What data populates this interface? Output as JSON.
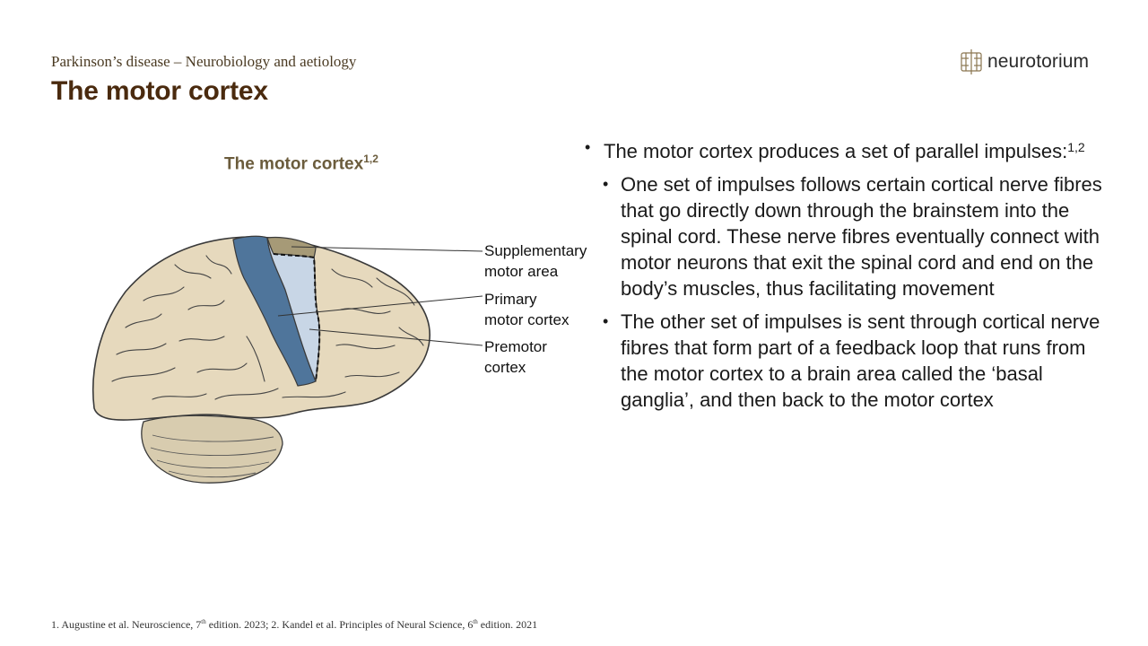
{
  "header": {
    "subtitle": "Parkinson’s disease – Neurobiology and aetiology",
    "title": "The motor cortex"
  },
  "logo": {
    "text": "neurotorium",
    "icon": "neurotorium-logo-icon"
  },
  "figure": {
    "title": "The motor cortex",
    "title_sup": "1,2",
    "labels": {
      "supplementary_line1": "Supplementary",
      "supplementary_line2": "motor area",
      "primary_line1": "Primary",
      "primary_line2": "motor cortex",
      "premotor_line1": "Premotor",
      "premotor_line2": "cortex"
    },
    "colors": {
      "brain": "#e6d9bd",
      "brain_outline": "#3a3a3a",
      "primary_motor": "#4f759b",
      "premotor": "#c8d6e6",
      "supplementary": "#a69a77",
      "cerebellum": "#d8ccaf"
    }
  },
  "bullets": {
    "main_text": "The motor cortex produces a set of parallel impulses:",
    "main_sup": "1,2",
    "sub1": "One set of impulses follows certain cortical nerve fibres that go directly down through the brainstem into the spinal cord. These nerve fibres eventually connect with motor neurons that exit the spinal cord and end on the body’s muscles, thus facilitating movement",
    "sub2": "The other set of impulses is sent through cortical nerve fibres that form part of a feedback loop that runs from the motor cortex to a brain area called the ‘basal ganglia’, and then back to the motor cortex",
    "bullet_char": "•"
  },
  "footer": {
    "ref1_a": "1. Augustine et al. Neuroscience, 7",
    "ref1_sup": "th",
    "ref1_b": " edition. 2023; 2. Kandel et al. Principles of Neural Science, 6",
    "ref2_sup": "th",
    "ref2_b": " edition. 2021"
  }
}
